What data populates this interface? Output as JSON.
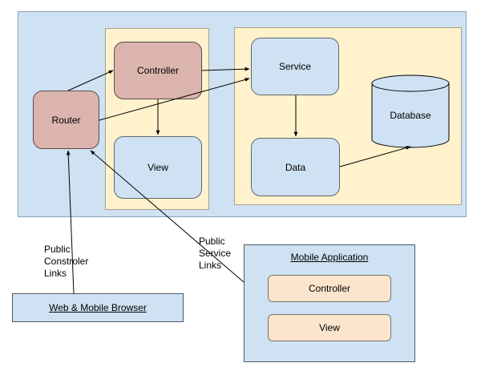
{
  "diagram": {
    "router": "Router",
    "controller": "Controller",
    "view": "View",
    "service": "Service",
    "data": "Data",
    "database": "Database",
    "web_browser": "Web & Mobile Browser",
    "mobile_app": {
      "title": "Mobile Application",
      "controller": "Controller",
      "view": "View"
    },
    "links": {
      "public_controller": [
        "Public",
        "Constroler",
        "Links"
      ],
      "public_service": [
        "Public",
        "Service",
        "Links"
      ]
    }
  }
}
